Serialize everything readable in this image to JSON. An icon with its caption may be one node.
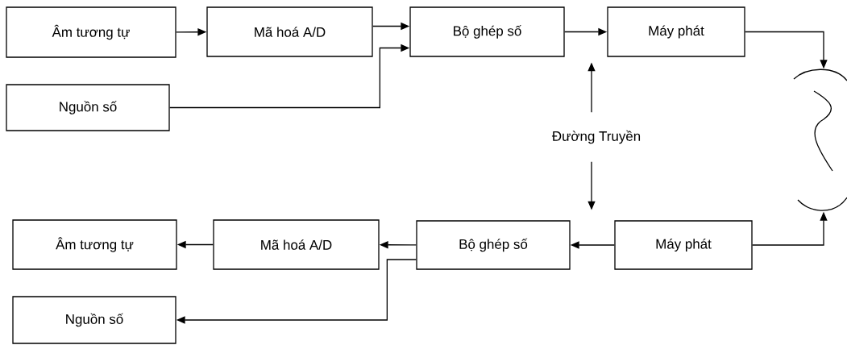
{
  "diagram": {
    "nodes": [
      {
        "text": [
          "Âm tương tự"
        ]
      },
      {
        "text": [
          "Mã hoá A/D"
        ]
      },
      {
        "text": [
          "Bộ ghép số"
        ]
      },
      {
        "text": [
          "Máy phát"
        ]
      },
      {
        "text": [
          "Nguồn số"
        ]
      },
      {
        "text": [
          "Đường Truyền"
        ]
      },
      {
        "text": [],
        "shape": "picture"
      },
      {
        "text": [
          "Âm tương tự"
        ]
      },
      {
        "text": [
          "Mã hoá A/D"
        ]
      },
      {
        "text": [
          "Bộ ghép số"
        ]
      },
      {
        "text": [
          "Máy phát"
        ]
      },
      {
        "text": [
          "Nguồn số"
        ]
      }
    ],
    "edges": [
      {
        "from": 0,
        "to": 1,
        "arrow": "to"
      },
      {
        "from": 1,
        "to": 2,
        "arrow": "to"
      },
      {
        "from": 4,
        "to": 2,
        "arrow": "to"
      },
      {
        "from": 2,
        "to": 3,
        "arrow": "to"
      },
      {
        "from": 3,
        "to": 6,
        "arrow": "to"
      },
      {
        "from": 5,
        "to": null,
        "arrow": "to"
      },
      {
        "from": 5,
        "to": null,
        "arrow": "to"
      },
      {
        "from": 10,
        "to": 6,
        "arrow": "to"
      },
      {
        "from": 10,
        "to": 9,
        "arrow": "to"
      },
      {
        "from": 9,
        "to": 8,
        "arrow": "to"
      },
      {
        "from": 8,
        "to": 7,
        "arrow": "to"
      },
      {
        "from": 9,
        "to": 11,
        "arrow": "to"
      }
    ]
  }
}
